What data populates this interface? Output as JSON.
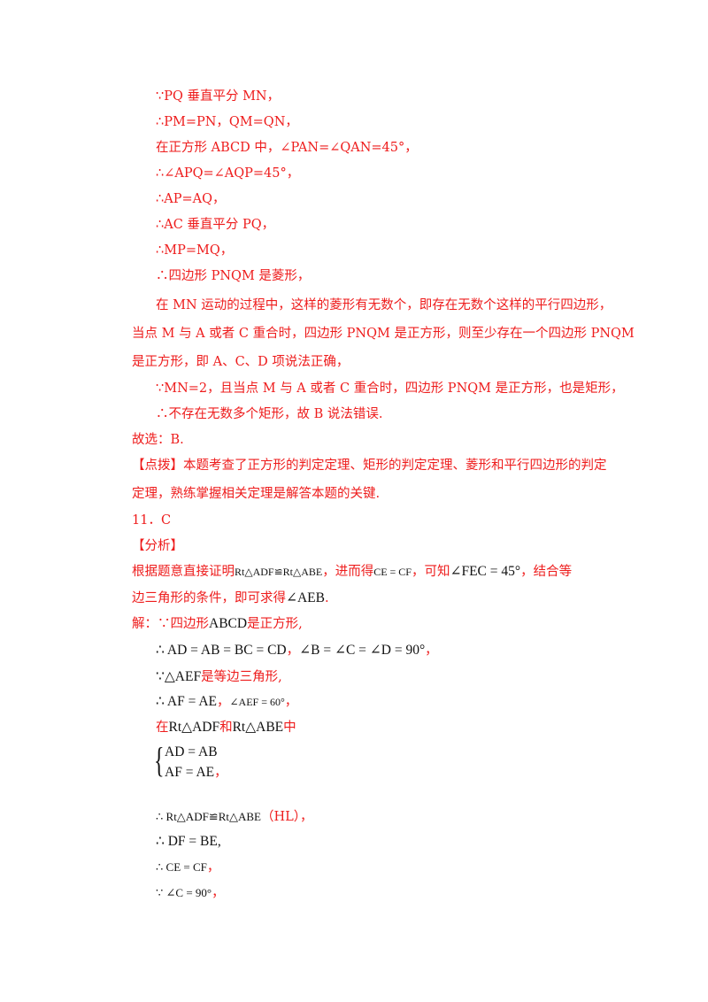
{
  "lines": {
    "l1": "∵PQ 垂直平分 MN，",
    "l2": "∴PM=PN，QM=QN，",
    "l3": "在正方形 ABCD 中，∠PAN=∠QAN=45°，",
    "l4": "∴∠APQ=∠AQP=45°，",
    "l5": "∴AP=AQ，",
    "l6": "∴AC 垂直平分 PQ，",
    "l7": "∴MP=MQ，",
    "l8": "∴四边形 PNQM 是菱形，",
    "l9": "在 MN 运动的过程中，这样的菱形有无数个，即存在无数个这样的平行四边形，",
    "l10": "当点 M 与 A 或者 C 重合时，四边形 PNQM 是正方形，则至少存在一个四边形 PNQM",
    "l11": "是正方形，即 A、C、D 项说法正确，",
    "l12": "∵MN=2，且当点 M 与 A 或者 C 重合时，四边形 PNQM 是正方形，也是矩形，",
    "l13": "∴不存在无数多个矩形，故 B 说法错误.",
    "l14": "故选：B.",
    "l15": "【点拨】本题考查了正方形的判定定理、矩形的判定定理、菱形和平行四边形的判定",
    "l16": "定理，熟练掌握相关定理是解答本题的关键.",
    "l17": "11．C",
    "l18": "【分析】",
    "l19a": "根据题意直接证明",
    "l19b": "Rt△ADF≌Rt△ABE",
    "l19c": "，进而得",
    "l19d": "CE = CF",
    "l19e": "，可知",
    "l19f": "∠FEC = 45°",
    "l19g": "，结合等",
    "l20a": "边三角形的条件，即可求得",
    "l20b": "∠AEB",
    "l20c": ".",
    "l21a": "解：∵四边形",
    "l21b": "ABCD",
    "l21c": "是正方形,",
    "l22a": "∴ AD = AB = BC = CD",
    "l22b": "，",
    "l22c": "∠B = ∠C = ∠D = 90°",
    "l22d": "，",
    "l23a": "∵",
    "l23b": "△AEF",
    "l23c": "是等边三角形,",
    "l24a": "∴ AF = AE",
    "l24b": "，",
    "l24c": "∠AEF = 60°",
    "l24d": "，",
    "l25a": "在",
    "l25b": "Rt△ADF",
    "l25c": "和",
    "l25d": "Rt△ABE",
    "l25e": "中",
    "l26": "AD = AB",
    "l27a": "AF = AE",
    "l27b": "，",
    "l28a": "∴ Rt△ADF≌Rt△ABE",
    "l28b": "（HL），",
    "l29a": "∴ DF = BE,",
    "l30a": "∴ CE = CF",
    "l30b": "，",
    "l31a": "∵ ∠C = 90°",
    "l31b": "，",
    "brace": "{"
  }
}
